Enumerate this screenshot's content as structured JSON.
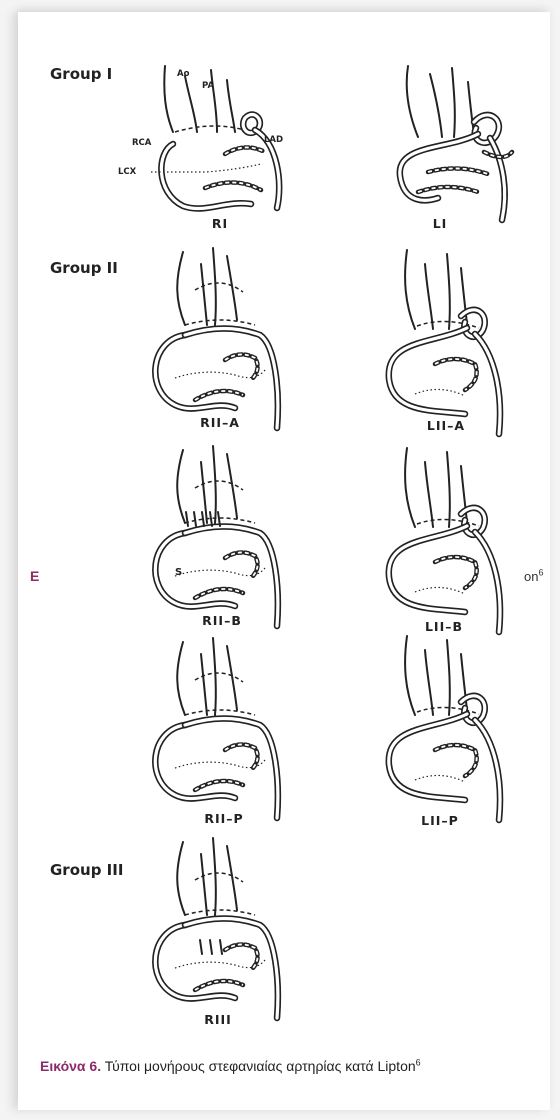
{
  "figure": {
    "groups": [
      "Group I",
      "Group II",
      "Group III"
    ],
    "panels": [
      "RI",
      "LI",
      "RII–A",
      "LII–A",
      "RII–B",
      "LII–B",
      "RII–P",
      "LII–P",
      "RIII"
    ],
    "vessel_labels": {
      "ao": "Ao",
      "pa": "PA",
      "rca": "RCA",
      "lad": "LAD",
      "lcx": "LCX",
      "s": "S"
    }
  },
  "caption": {
    "label": "Εικόνα 6.",
    "text": " Τύποι μονήρους στεφανιαίας αρτηρίας κατά Lipton",
    "sup": "6"
  },
  "side_fragments": {
    "left": "E",
    "right": "on",
    "right_sup": "6"
  },
  "colors": {
    "caption_label": "#8e2a6c",
    "ink": "#222222",
    "background": "#ffffff"
  }
}
